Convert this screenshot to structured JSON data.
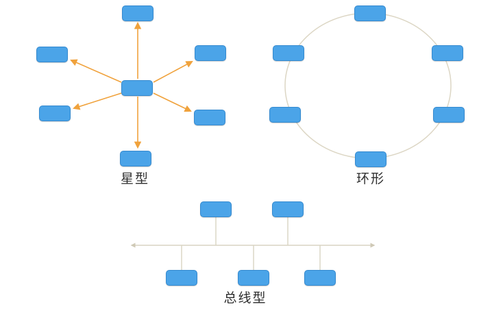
{
  "diagrams": {
    "star": {
      "label": "星型",
      "type": "star-topology",
      "node_count": 7,
      "center_nodes": 1,
      "peripheral_nodes": 6
    },
    "ring": {
      "label": "环形",
      "type": "ring-topology",
      "node_count": 6
    },
    "bus": {
      "label": "总线型",
      "type": "bus-topology",
      "node_count": 5,
      "nodes_above_bus": 2,
      "nodes_below_bus": 3
    }
  },
  "colors": {
    "node_fill": "#4ba4e8",
    "node_border": "#3489cf",
    "star_arrow": "#f0a23c",
    "ring_line": "#dcd6c4",
    "bus_line": "#d9d4c2",
    "label_text": "#2e2e2e",
    "background": "#ffffff"
  }
}
